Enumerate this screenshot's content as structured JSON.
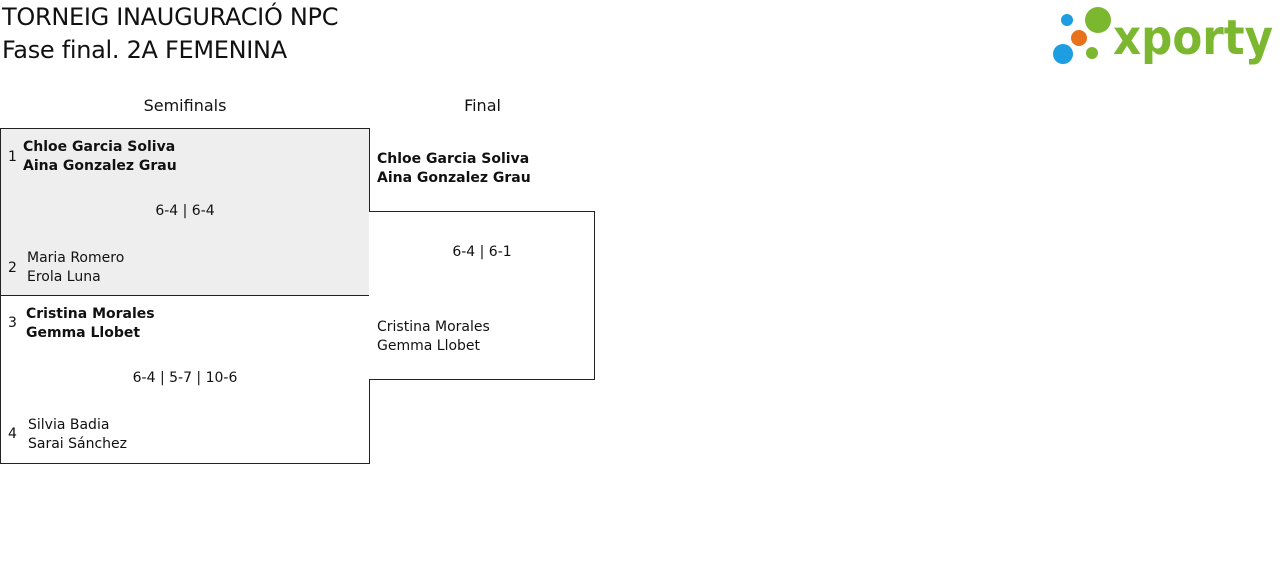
{
  "header": {
    "title": "TORNEIG INAUGURACIÓ NPC",
    "subtitle": "Fase final. 2A FEMENINA"
  },
  "logo": {
    "text": "xporty",
    "green": "#7cb82f",
    "blue": "#1c9ee0",
    "orange": "#e8711c"
  },
  "rounds": {
    "semifinals": "Semifinals",
    "final": "Final"
  },
  "semifinals": [
    {
      "top": {
        "seed": "1",
        "player1": "Chloe Garcia Soliva",
        "player2": "Aina Gonzalez Grau",
        "winner": true
      },
      "score": "6-4 | 6-4",
      "bottom": {
        "seed": "2",
        "player1": "Maria Romero",
        "player2": "Erola Luna",
        "winner": false
      }
    },
    {
      "top": {
        "seed": "3",
        "player1": "Cristina Morales",
        "player2": "Gemma Llobet",
        "winner": true
      },
      "score": "6-4 | 5-7 | 10-6",
      "bottom": {
        "seed": "4",
        "player1": "Silvia Badia",
        "player2": "Sarai Sánchez",
        "winner": false
      }
    }
  ],
  "final": {
    "top": {
      "player1": "Chloe Garcia Soliva",
      "player2": "Aina Gonzalez Grau",
      "winner": true
    },
    "score": "6-4 | 6-1",
    "bottom": {
      "player1": "Cristina Morales",
      "player2": "Gemma Llobet",
      "winner": false
    }
  }
}
